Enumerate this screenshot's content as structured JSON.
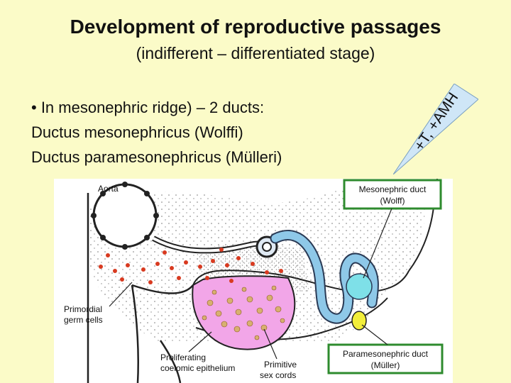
{
  "slide": {
    "title": "Development of reproductive passages",
    "subtitle": "(indifferent – differentiated stage)",
    "bullet_line": "• In mesonephric ridge) – 2 ducts:",
    "duct_line_1": "Ductus mesonephricus (Wolffi)",
    "duct_line_2": "Ductus paramesonephricus (Mülleri)",
    "badge_text": "+T, +AMH",
    "badge_color": "#cfe6f7"
  },
  "figure": {
    "label_aorta": "Aorta",
    "label_mesonephric_duct_1": "Mesonephric duct",
    "label_mesonephric_duct_2": "(Wolff)",
    "label_germ_cells_1": "Primordial",
    "label_germ_cells_2": "germ cells",
    "label_proliferating_1": "Proliferating",
    "label_proliferating_2": "coelomic epithelium",
    "label_sex_cords_1": "Primitive",
    "label_sex_cords_2": "sex cords",
    "label_paramesonephric_1": "Paramesonephric duct",
    "label_paramesonephric_2": "(Müller)",
    "colors": {
      "box_border": "#2e8b2e",
      "duct_blue": "#8ec8e8",
      "duct_cyan": "#7ee0e8",
      "muller_yellow": "#f2ee3a",
      "gonad_pink": "#f2a6e8",
      "germ_cell_red": "#d83a20"
    }
  }
}
